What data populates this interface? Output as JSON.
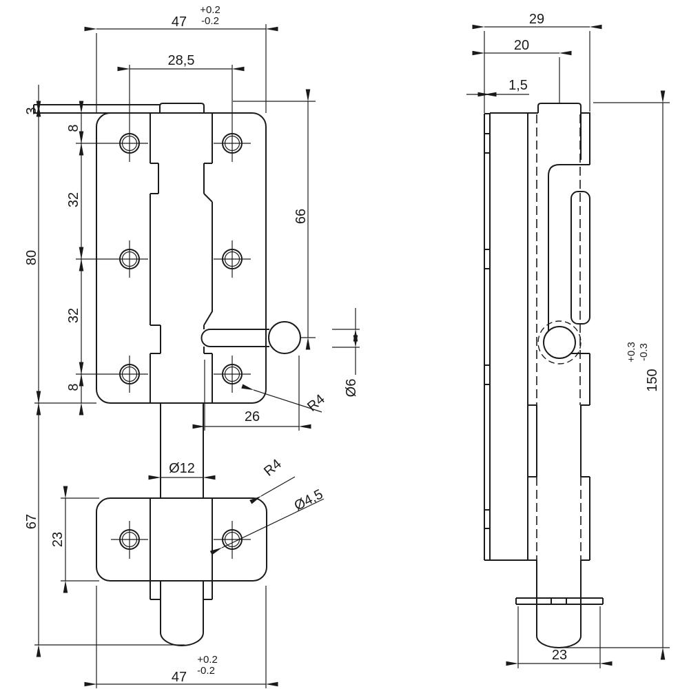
{
  "meta": {
    "title": "Barrel bolt technical drawing, front and side views",
    "background_color": "#ffffff",
    "line_color": "#1a1a1a"
  },
  "front_view": {
    "dims": {
      "overall_width_top": "47",
      "overall_width_top_tol_plus": "+0.2",
      "overall_width_top_tol_minus": "-0.2",
      "hole_spacing_horizontal": "28,5",
      "lip_thickness": "3",
      "hole_top_offset": "8",
      "hole_gap_upper": "32",
      "plate_height": "80",
      "hole_gap_lower": "32",
      "hole_bottom_offset": "8",
      "bolt_travel_length": "66",
      "knob_stem_diameter": "Ø6",
      "plate_corner_radius": "R4",
      "knob_reach": "26",
      "keeper_drop": "67",
      "bolt_diameter": "Ø12",
      "keeper_corner_radius": "R4",
      "screw_hole_diameter": "Ø4,5",
      "keeper_height": "23",
      "overall_width_bottom": "47",
      "overall_width_bottom_tol_plus": "+0.2",
      "overall_width_bottom_tol_minus": "-0.2"
    }
  },
  "side_view": {
    "dims": {
      "overall_depth": "29",
      "bolt_axis_depth": "20",
      "plate_thickness": "1,5",
      "overall_length": "150",
      "overall_length_tol_plus": "+0.3",
      "overall_length_tol_minus": "-0.3",
      "keeper_depth": "23"
    }
  }
}
